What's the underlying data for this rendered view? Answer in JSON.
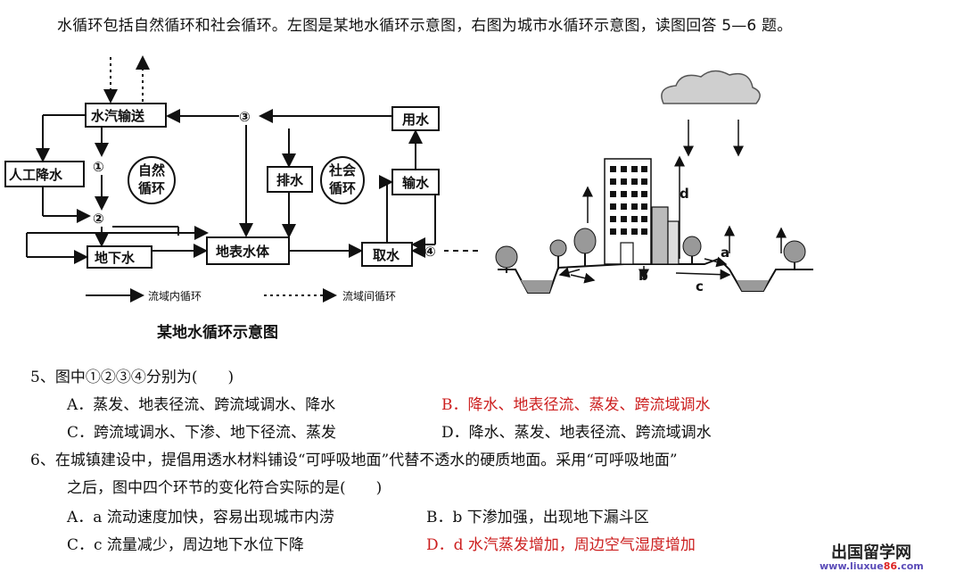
{
  "intro": "水循环包括自然循环和社会循环。左图是某地水循环示意图，右图为城市水循环示意图，读图回答 5—6 题。",
  "left_diagram": {
    "boxes": {
      "vapor": "水汽输送",
      "artificial_rain": "人工降水",
      "groundwater": "地下水",
      "surface_water": "地表水体",
      "drainage": "排水",
      "use_water": "用水",
      "transport_water": "输水",
      "intake": "取水"
    },
    "cycle_labels": {
      "natural": [
        "自然",
        "循环"
      ],
      "social": [
        "社会",
        "循环"
      ]
    },
    "markers": [
      "①",
      "②",
      "③",
      "④"
    ],
    "legend": {
      "solid": "流域内循环",
      "dashed": "流域间循环"
    },
    "title": "某地水循环示意图"
  },
  "right_diagram": {
    "labels": [
      "a",
      "b",
      "c",
      "d"
    ]
  },
  "questions": [
    {
      "stem": "5、图中①②③④分别为(　　)",
      "options": [
        "A．蒸发、地表径流、跨流域调水、降水",
        "B．降水、地表径流、蒸发、跨流域调水",
        "C．跨流域调水、下渗、地下径流、蒸发",
        "D．降水、蒸发、地表径流、跨流域调水"
      ]
    },
    {
      "stem_line1": "6、在城镇建设中，提倡用透水材料铺设“可呼吸地面”代替不透水的硬质地面。采用“可呼吸地面”",
      "stem_line2": "之后，图中四个环节的变化符合实际的是(　　)",
      "options": [
        "A．a 流动速度加快，容易出现城市内涝",
        "B．b 下渗加强，出现地下漏斗区",
        "C．c 流量减少，周边地下水位下降",
        "D．d 水汽蒸发增加，周边空气湿度增加"
      ]
    }
  ],
  "watermark": {
    "name": "出国留学网",
    "url_prefix": "www.liuxue",
    "url_highlight": "86",
    "url_suffix": ".com"
  },
  "colors": {
    "answer": "#cc1f1f"
  }
}
